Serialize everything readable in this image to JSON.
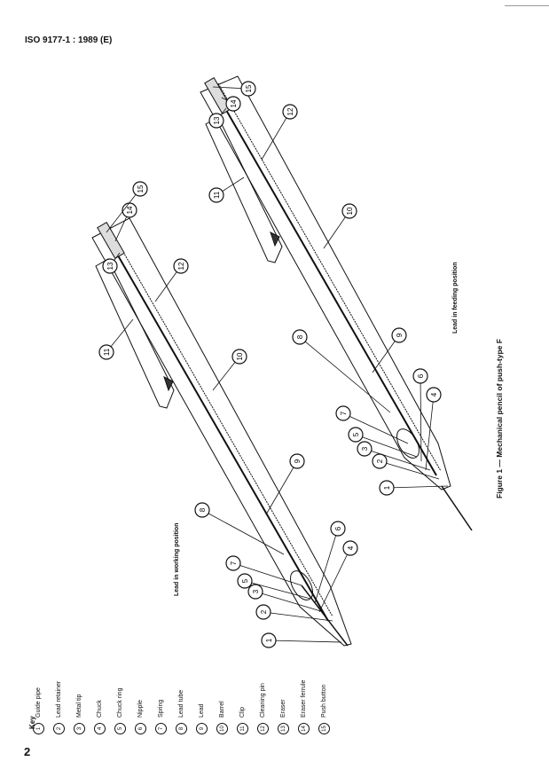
{
  "header": "ISO 9177-1 : 1989 (E)",
  "page_number": "2",
  "key": {
    "title": "Key",
    "items": [
      {
        "n": "1",
        "label": "Guide pipe"
      },
      {
        "n": "2",
        "label": "Lead retainer"
      },
      {
        "n": "3",
        "label": "Metal tip"
      },
      {
        "n": "4",
        "label": "Chuck"
      },
      {
        "n": "5",
        "label": "Chuck ring"
      },
      {
        "n": "6",
        "label": "Nipple"
      },
      {
        "n": "7",
        "label": "Spring"
      },
      {
        "n": "8",
        "label": "Lead tube"
      },
      {
        "n": "9",
        "label": "Lead"
      },
      {
        "n": "10",
        "label": "Barrel"
      },
      {
        "n": "11",
        "label": "Clip"
      },
      {
        "n": "12",
        "label": "Cleaning pin"
      },
      {
        "n": "13",
        "label": "Eraser"
      },
      {
        "n": "14",
        "label": "Eraser ferrule"
      },
      {
        "n": "15",
        "label": "Push button"
      }
    ]
  },
  "figure": {
    "view1_label": "Lead in working position",
    "view2_label": "Lead in feeding position",
    "caption": "Figure 1 — Mechanical pencil of push-type F",
    "callouts": [
      "1",
      "2",
      "3",
      "4",
      "5",
      "6",
      "7",
      "8",
      "9",
      "10",
      "11",
      "12",
      "13",
      "14",
      "15"
    ]
  }
}
